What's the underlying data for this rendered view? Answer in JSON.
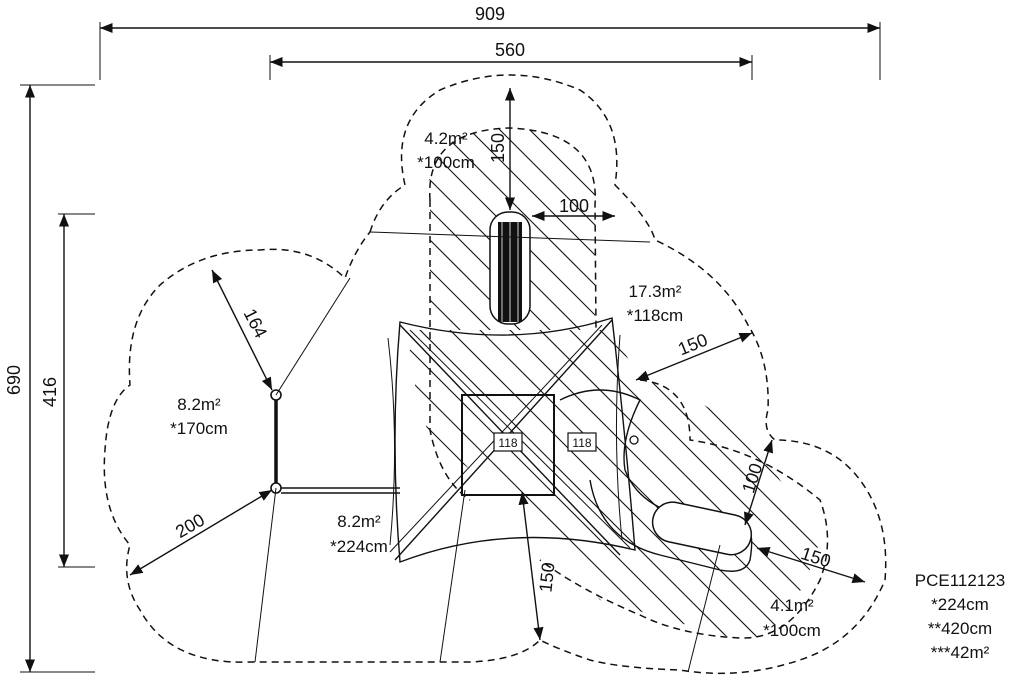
{
  "dimensions": {
    "overall_width": "909",
    "inner_width": "560",
    "overall_height": "690",
    "inner_height": "416",
    "top_clearance": "150",
    "top_offset": "100",
    "left_radius_top": "164",
    "left_radius_bottom": "200",
    "right_upper": "150",
    "right_side": "100",
    "right_lower": "150",
    "bottom": "150"
  },
  "areas": [
    {
      "id": "top",
      "area": "4.2m²",
      "height": "*100cm"
    },
    {
      "id": "upper-right",
      "area": "17.3m²",
      "height": "*118cm"
    },
    {
      "id": "left",
      "area": "8.2m²",
      "height": "*170cm"
    },
    {
      "id": "lower-left",
      "area": "8.2m²",
      "height": "*224cm"
    },
    {
      "id": "lower-right",
      "area": "4.1m²",
      "height": "*100cm"
    }
  ],
  "platform_labels": {
    "center": "118",
    "side": "118"
  },
  "product": {
    "code": "PCE112123",
    "height": "*224cm",
    "fall_height": "**420cm",
    "total_area": "***42m²"
  }
}
